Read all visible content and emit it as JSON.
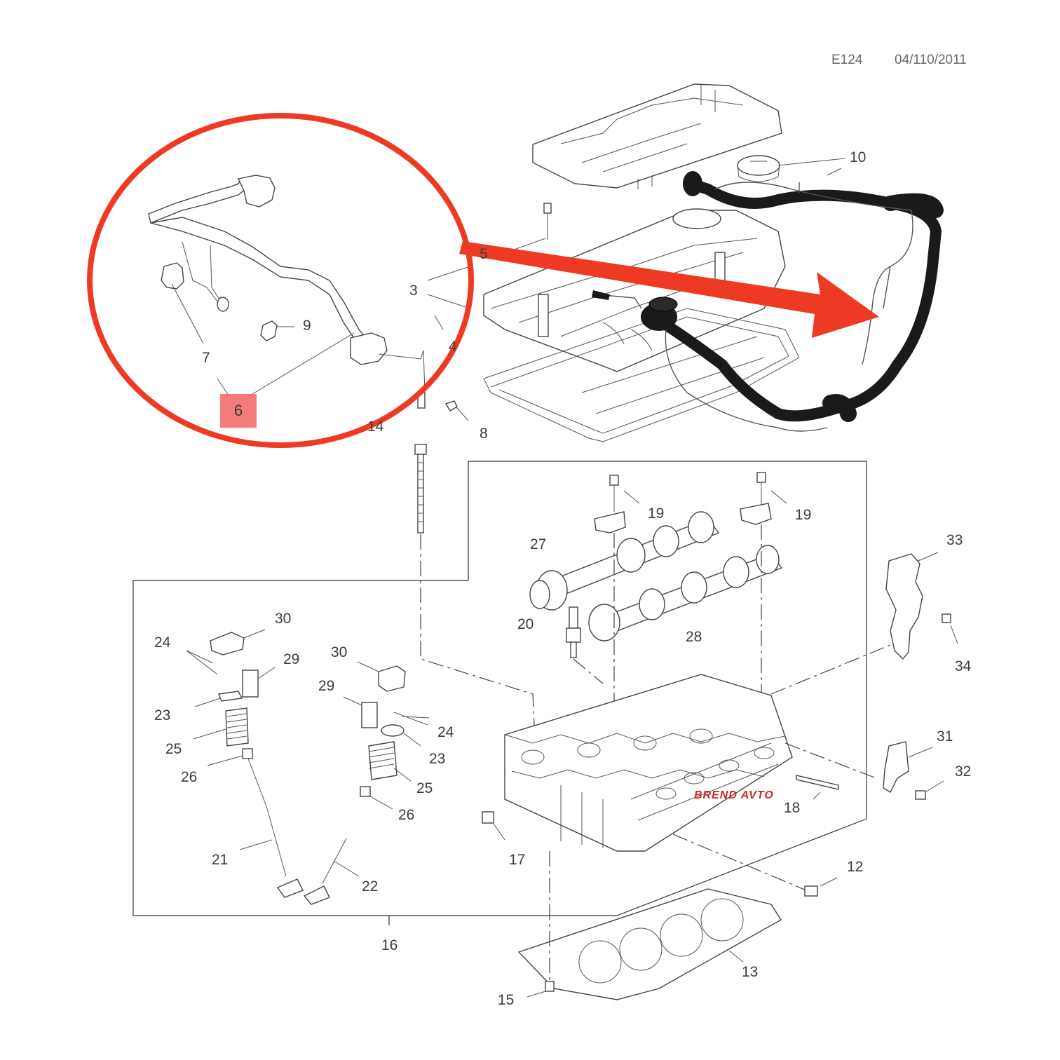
{
  "header": {
    "code": "E124",
    "date": "04/110/2011"
  },
  "labels": {
    "p3": "3",
    "p4": "4",
    "p5": "5",
    "p6": "6",
    "p7": "7",
    "p8": "8",
    "p9": "9",
    "p10": "10",
    "p12": "12",
    "p13": "13",
    "p14": "14",
    "p15": "15",
    "p16": "16",
    "p17": "17",
    "p18": "18",
    "p19a": "19",
    "p19b": "19",
    "p20": "20",
    "p21": "21",
    "p22": "22",
    "p23a": "23",
    "p23b": "23",
    "p24a": "24",
    "p24b": "24",
    "p25a": "25",
    "p25b": "25",
    "p26a": "26",
    "p26b": "26",
    "p27": "27",
    "p28": "28",
    "p29a": "29",
    "p29b": "29",
    "p30a": "30",
    "p30b": "30",
    "p31": "31",
    "p32": "32",
    "p33": "33",
    "p34": "34"
  },
  "watermark": {
    "text": "BREND AVTO"
  },
  "colors": {
    "highlight_ring": "#ee3a24",
    "highlight_arrow": "#ee3a24",
    "label_box": "#f37b7b",
    "line": "#333333",
    "hose": "#1a1a1a"
  },
  "icons": {
    "arrow": "arrow-right-icon",
    "circle": "highlight-ellipse"
  }
}
